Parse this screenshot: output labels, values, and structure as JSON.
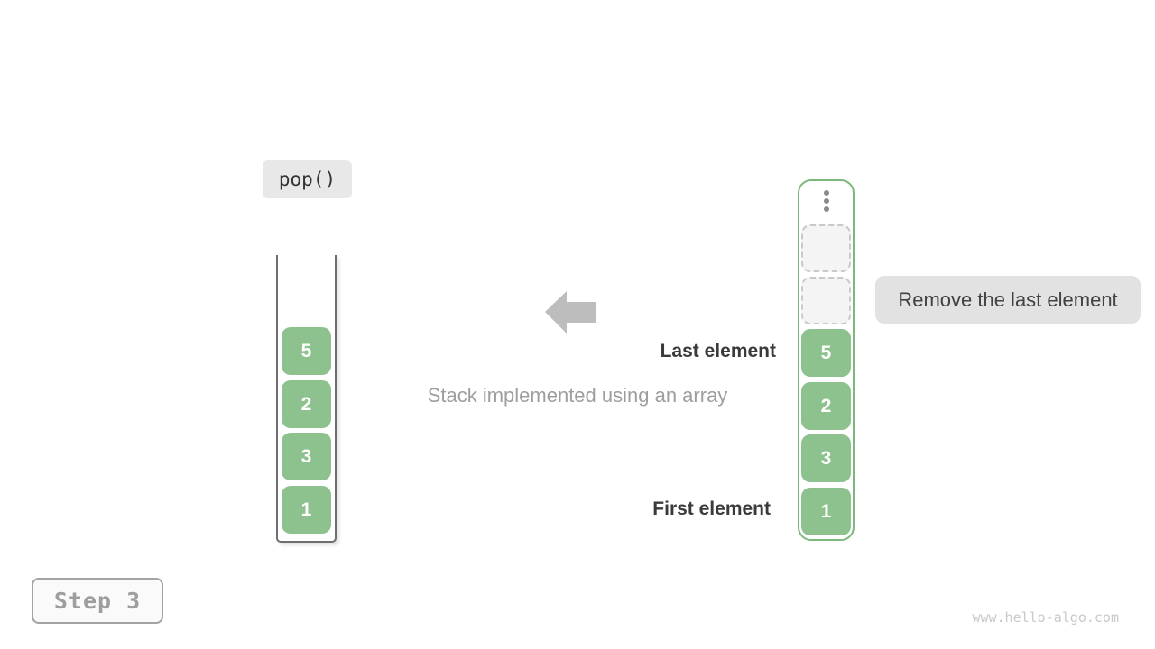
{
  "diagram": {
    "operation_label": "pop()",
    "step_label": "Step 3",
    "caption": "Stack implemented using an array",
    "annotation": "Remove the last element",
    "last_element_label": "Last element",
    "first_element_label": "First element",
    "watermark": "www.hello-algo.com"
  },
  "stacks": {
    "left": {
      "description": "open-top stack container",
      "items": [
        "5",
        "2",
        "3",
        "1"
      ]
    },
    "right": {
      "description": "array representation with popped slots",
      "ellipsis_icon": "vertical-ellipsis",
      "empty_slot_count": 2,
      "items": [
        "5",
        "2",
        "3",
        "1"
      ]
    }
  },
  "colors": {
    "element_green": "#8dc18d",
    "stack_border_green": "#7cb87c",
    "arrow_gray": "#bdbdbd",
    "label_bg": "#e8e8e8",
    "muted_text": "#9e9e9e",
    "dark_text": "#333333"
  }
}
